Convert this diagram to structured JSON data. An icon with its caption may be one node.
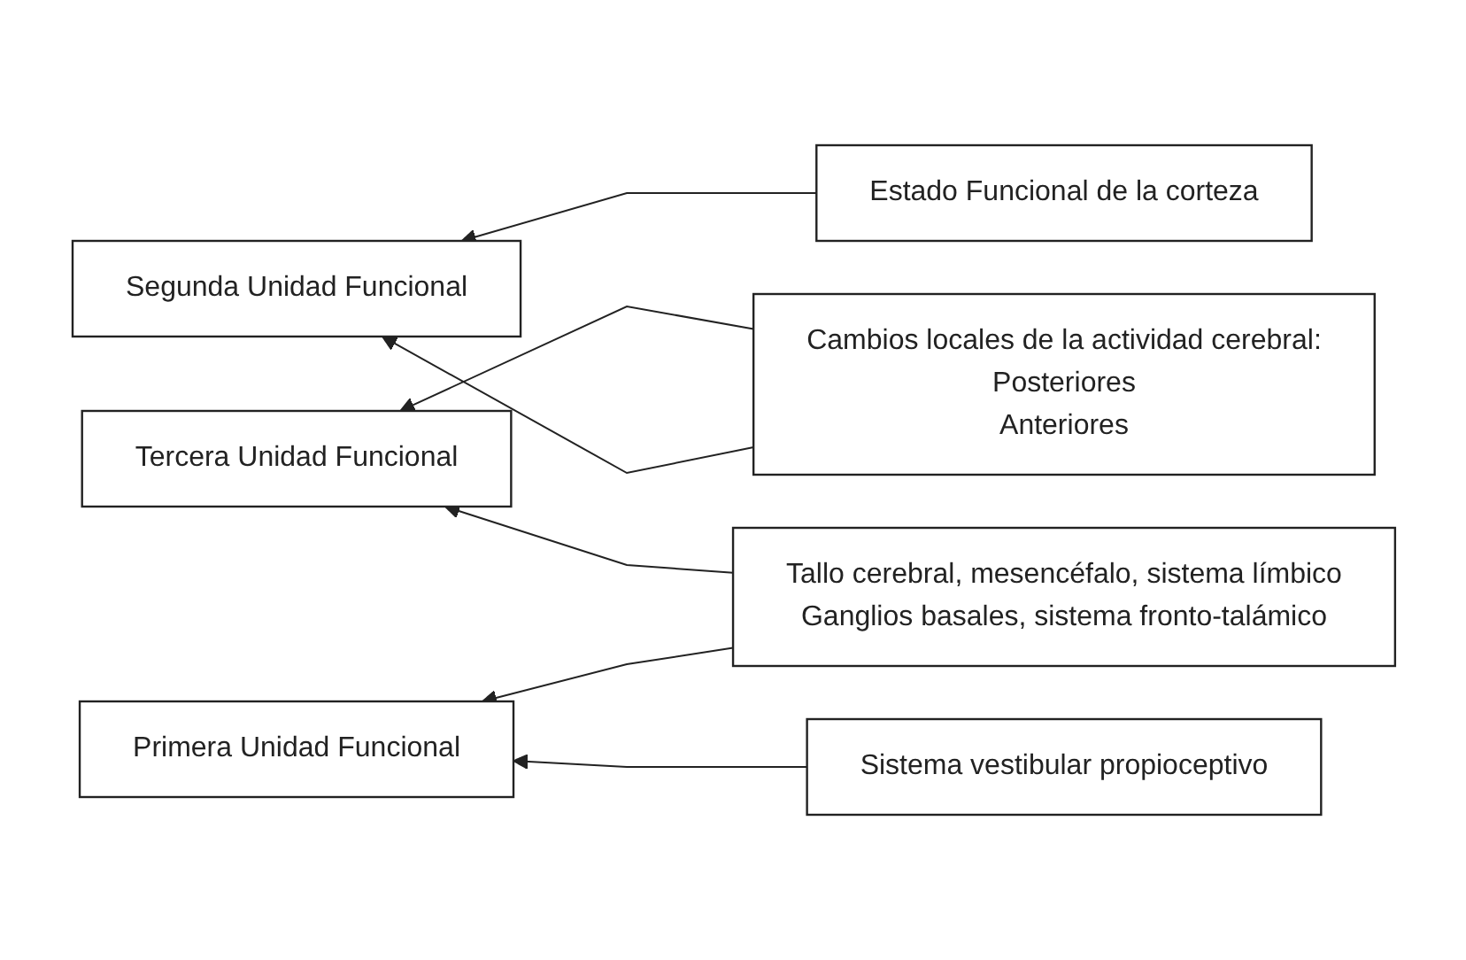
{
  "diagram": {
    "nodes": [
      {
        "text": [
          "Segunda Unidad Funcional"
        ]
      },
      {
        "text": [
          "Estado Funcional de la corteza"
        ]
      },
      {
        "text": [
          "Sistema vestibular propioceptivo"
        ]
      },
      {
        "text": [
          "Primera Unidad Funcional"
        ]
      },
      {
        "text": [
          "Cambios locales de la actividad cerebral:",
          "Posteriores",
          "Anteriores"
        ]
      },
      {
        "text": [
          "Tercera Unidad Funcional"
        ]
      },
      {
        "text": [
          "Tallo cerebral, mesencéfalo, sistema límbico",
          "Ganglios basales, sistema fronto-talámico"
        ]
      }
    ],
    "edges": [
      {
        "from": 1,
        "to": 0,
        "arrow": "to"
      },
      {
        "from": 4,
        "to": 0,
        "arrow": "to"
      },
      {
        "from": 2,
        "to": 3,
        "arrow": "to"
      },
      {
        "from": 6,
        "to": 3,
        "arrow": "to"
      },
      {
        "from": 4,
        "to": 5,
        "arrow": "to"
      },
      {
        "from": 6,
        "to": 5,
        "arrow": "to"
      }
    ]
  }
}
